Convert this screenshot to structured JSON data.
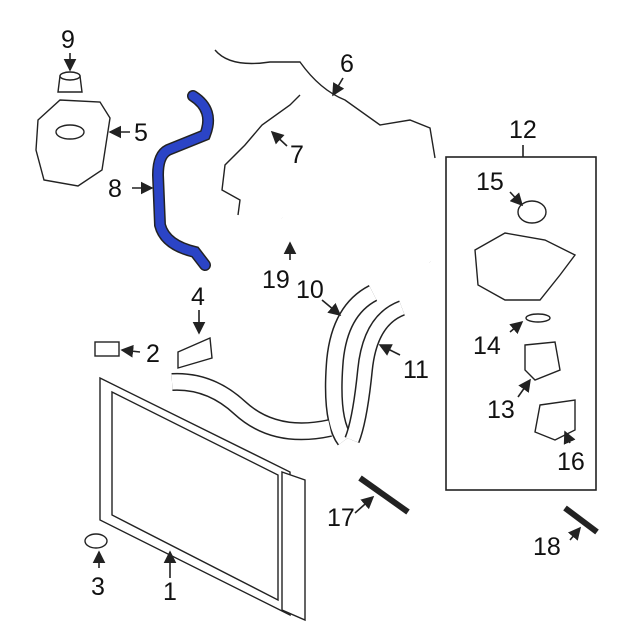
{
  "colors": {
    "highlight": "#2b44c6",
    "line": "#222222"
  },
  "callouts": [
    "1",
    "2",
    "3",
    "4",
    "5",
    "6",
    "7",
    "8",
    "9",
    "10",
    "11",
    "12",
    "13",
    "14",
    "15",
    "16",
    "17",
    "18",
    "19"
  ],
  "parts": {
    "highlighted": "8"
  }
}
